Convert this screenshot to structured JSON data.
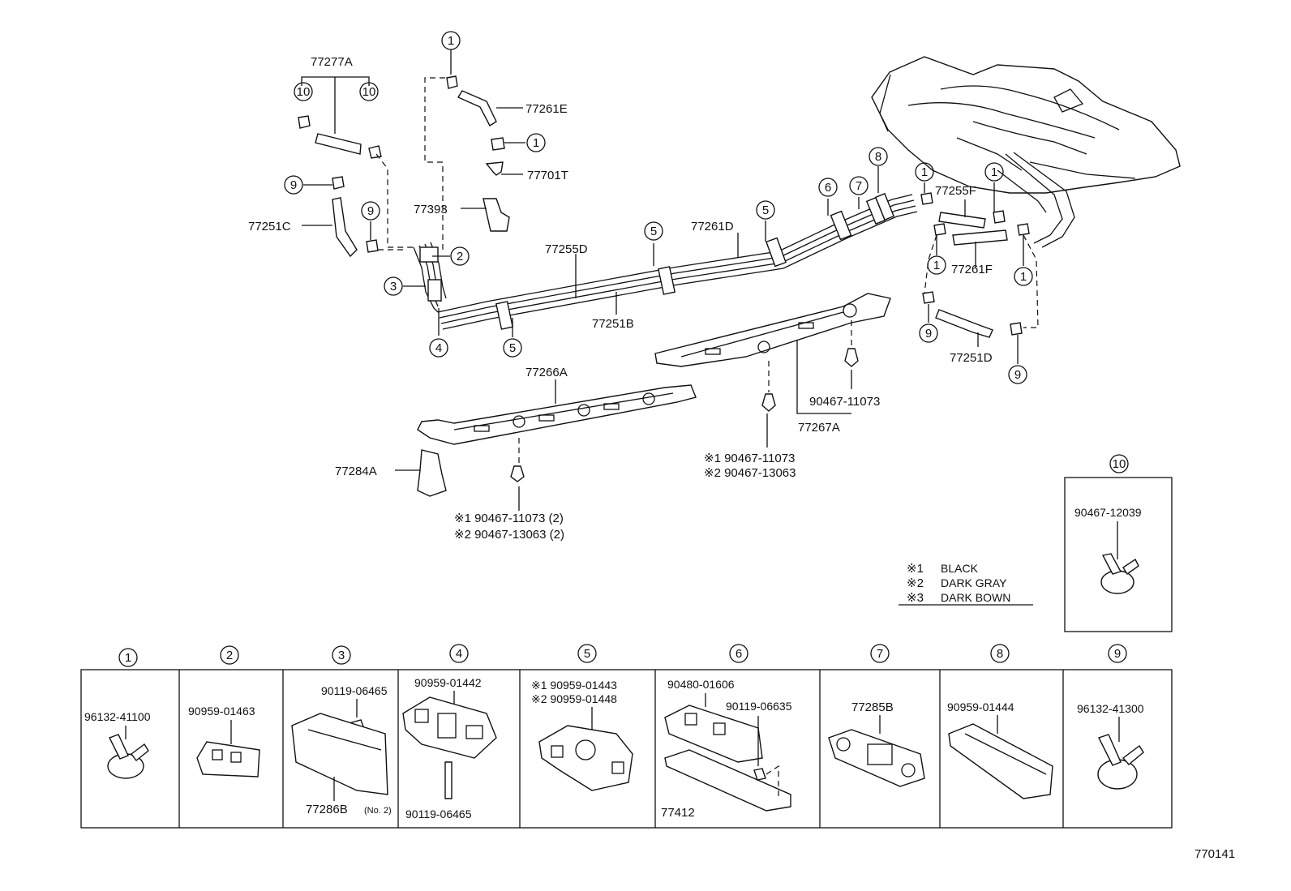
{
  "figure_id": "770141",
  "labels": {
    "p77277A": "77277A",
    "p77261E": "77261E",
    "p77701T": "77701T",
    "p77393": "77393",
    "p77251C": "77251C",
    "p77255D": "77255D",
    "p77261D": "77261D",
    "p77251B": "77251B",
    "p77255F": "77255F",
    "p77261F": "77261F",
    "p77251D": "77251D",
    "p77266A": "77266A",
    "p77284A": "77284A",
    "p77267A": "77267A",
    "p90467_11073": "90467-11073",
    "p10_part": "90467-12039"
  },
  "callouts": {
    "c1": "1",
    "c2": "2",
    "c3": "3",
    "c4": "4",
    "c5": "5",
    "c6": "6",
    "c7": "7",
    "c8": "8",
    "c9": "9",
    "c10": "10"
  },
  "notes": {
    "mid_note1": "※1 90467-11073",
    "mid_note2": "※2 90467-13063",
    "low_note1": "※1 90467-11073 (2)",
    "low_note2": "※2 90467-13063 (2)"
  },
  "legend": [
    {
      "key": "※1",
      "text": "BLACK"
    },
    {
      "key": "※2",
      "text": "DARK GRAY"
    },
    {
      "key": "※3",
      "text": "DARK BOWN"
    }
  ],
  "table": {
    "headers": [
      "1",
      "2",
      "3",
      "4",
      "5",
      "6",
      "7",
      "8",
      "9"
    ],
    "cells": {
      "c1_part": "96132-41100",
      "c2_part": "90959-01463",
      "c3_part_a": "90119-06465",
      "c3_part_b": "77286B",
      "c3_part_b_note": "(No. 2)",
      "c4_part_a": "90959-01442",
      "c4_part_b": "90119-06465",
      "c5_part_a": "※1 90959-01443",
      "c5_part_b": "※2 90959-01448",
      "c6_part_a": "90480-01606",
      "c6_part_b": "90119-06635",
      "c6_part_c": "77412",
      "c7_part": "77285B",
      "c8_part": "90959-01444",
      "c9_part": "96132-41300"
    }
  }
}
